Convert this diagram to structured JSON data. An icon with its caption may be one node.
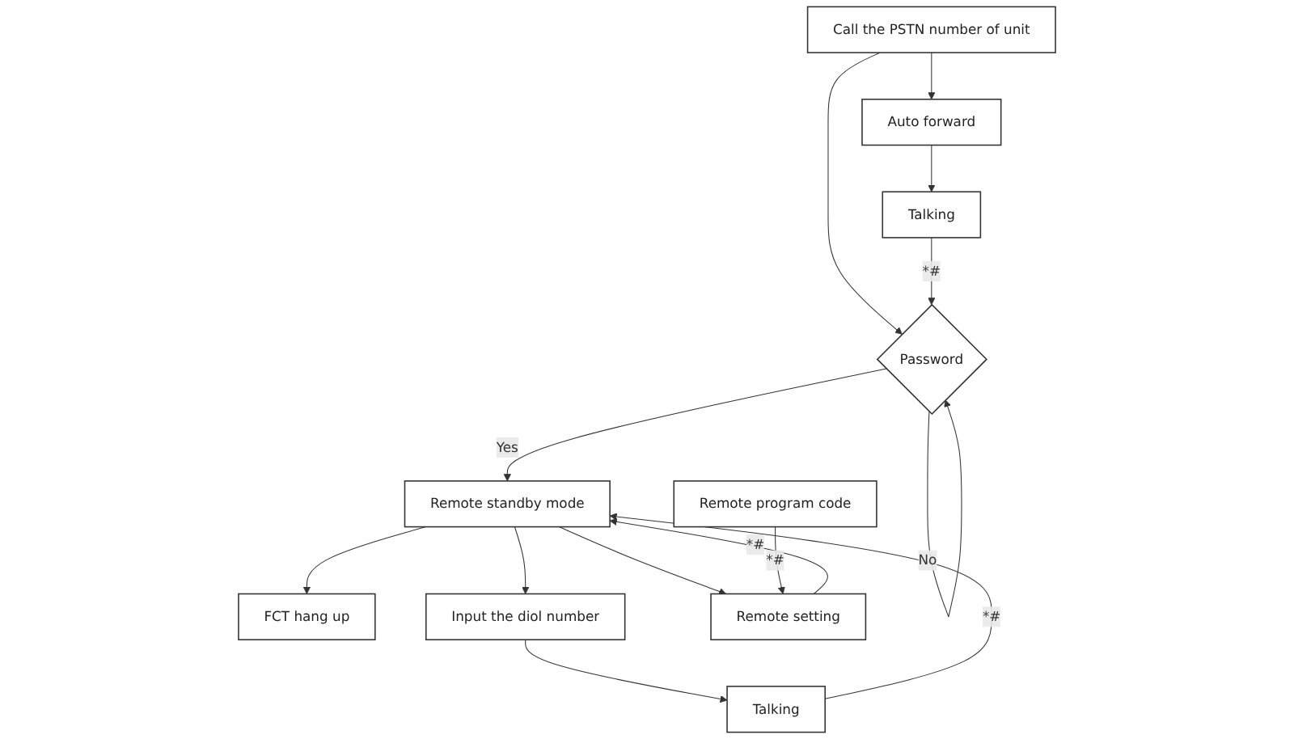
{
  "diagram": {
    "nodes": [
      {
        "text": [
          "Call the PSTN number of unit"
        ]
      },
      {
        "text": [
          "Password"
        ]
      },
      {
        "text": [
          "Auto forward"
        ]
      },
      {
        "text": [
          "FCT hang up"
        ]
      },
      {
        "text": [
          "Remote standby mode"
        ]
      },
      {
        "text": [
          "Input the diol number"
        ]
      },
      {
        "text": [
          "Remote setting"
        ]
      },
      {
        "text": [
          "Talking"
        ]
      },
      {
        "text": [
          "Talking"
        ]
      },
      {
        "text": [
          "Remote program code"
        ]
      }
    ],
    "edges": [
      {
        "from": 0,
        "to": 2,
        "arrow": "to"
      },
      {
        "from": 0,
        "to": 1,
        "arrow": "to"
      },
      {
        "from": 1,
        "to": 1,
        "arrow": "to",
        "label": "No"
      },
      {
        "from": 1,
        "to": 4,
        "arrow": "to",
        "label": "Yes"
      },
      {
        "from": 2,
        "to": 7,
        "arrow": "to"
      },
      {
        "from": 7,
        "to": 1,
        "arrow": "to",
        "label": "*#"
      },
      {
        "from": 4,
        "to": 3,
        "arrow": "to"
      },
      {
        "from": 4,
        "to": 5,
        "arrow": "to"
      },
      {
        "from": 4,
        "to": 6,
        "arrow": "to"
      },
      {
        "from": 5,
        "to": 8,
        "arrow": "to"
      },
      {
        "from": 8,
        "to": 4,
        "arrow": "to",
        "label": "*#"
      },
      {
        "from": 6,
        "to": 4,
        "arrow": "to",
        "label": "*#"
      },
      {
        "from": 9,
        "to": 6,
        "arrow": "to",
        "label": "*#"
      }
    ]
  }
}
